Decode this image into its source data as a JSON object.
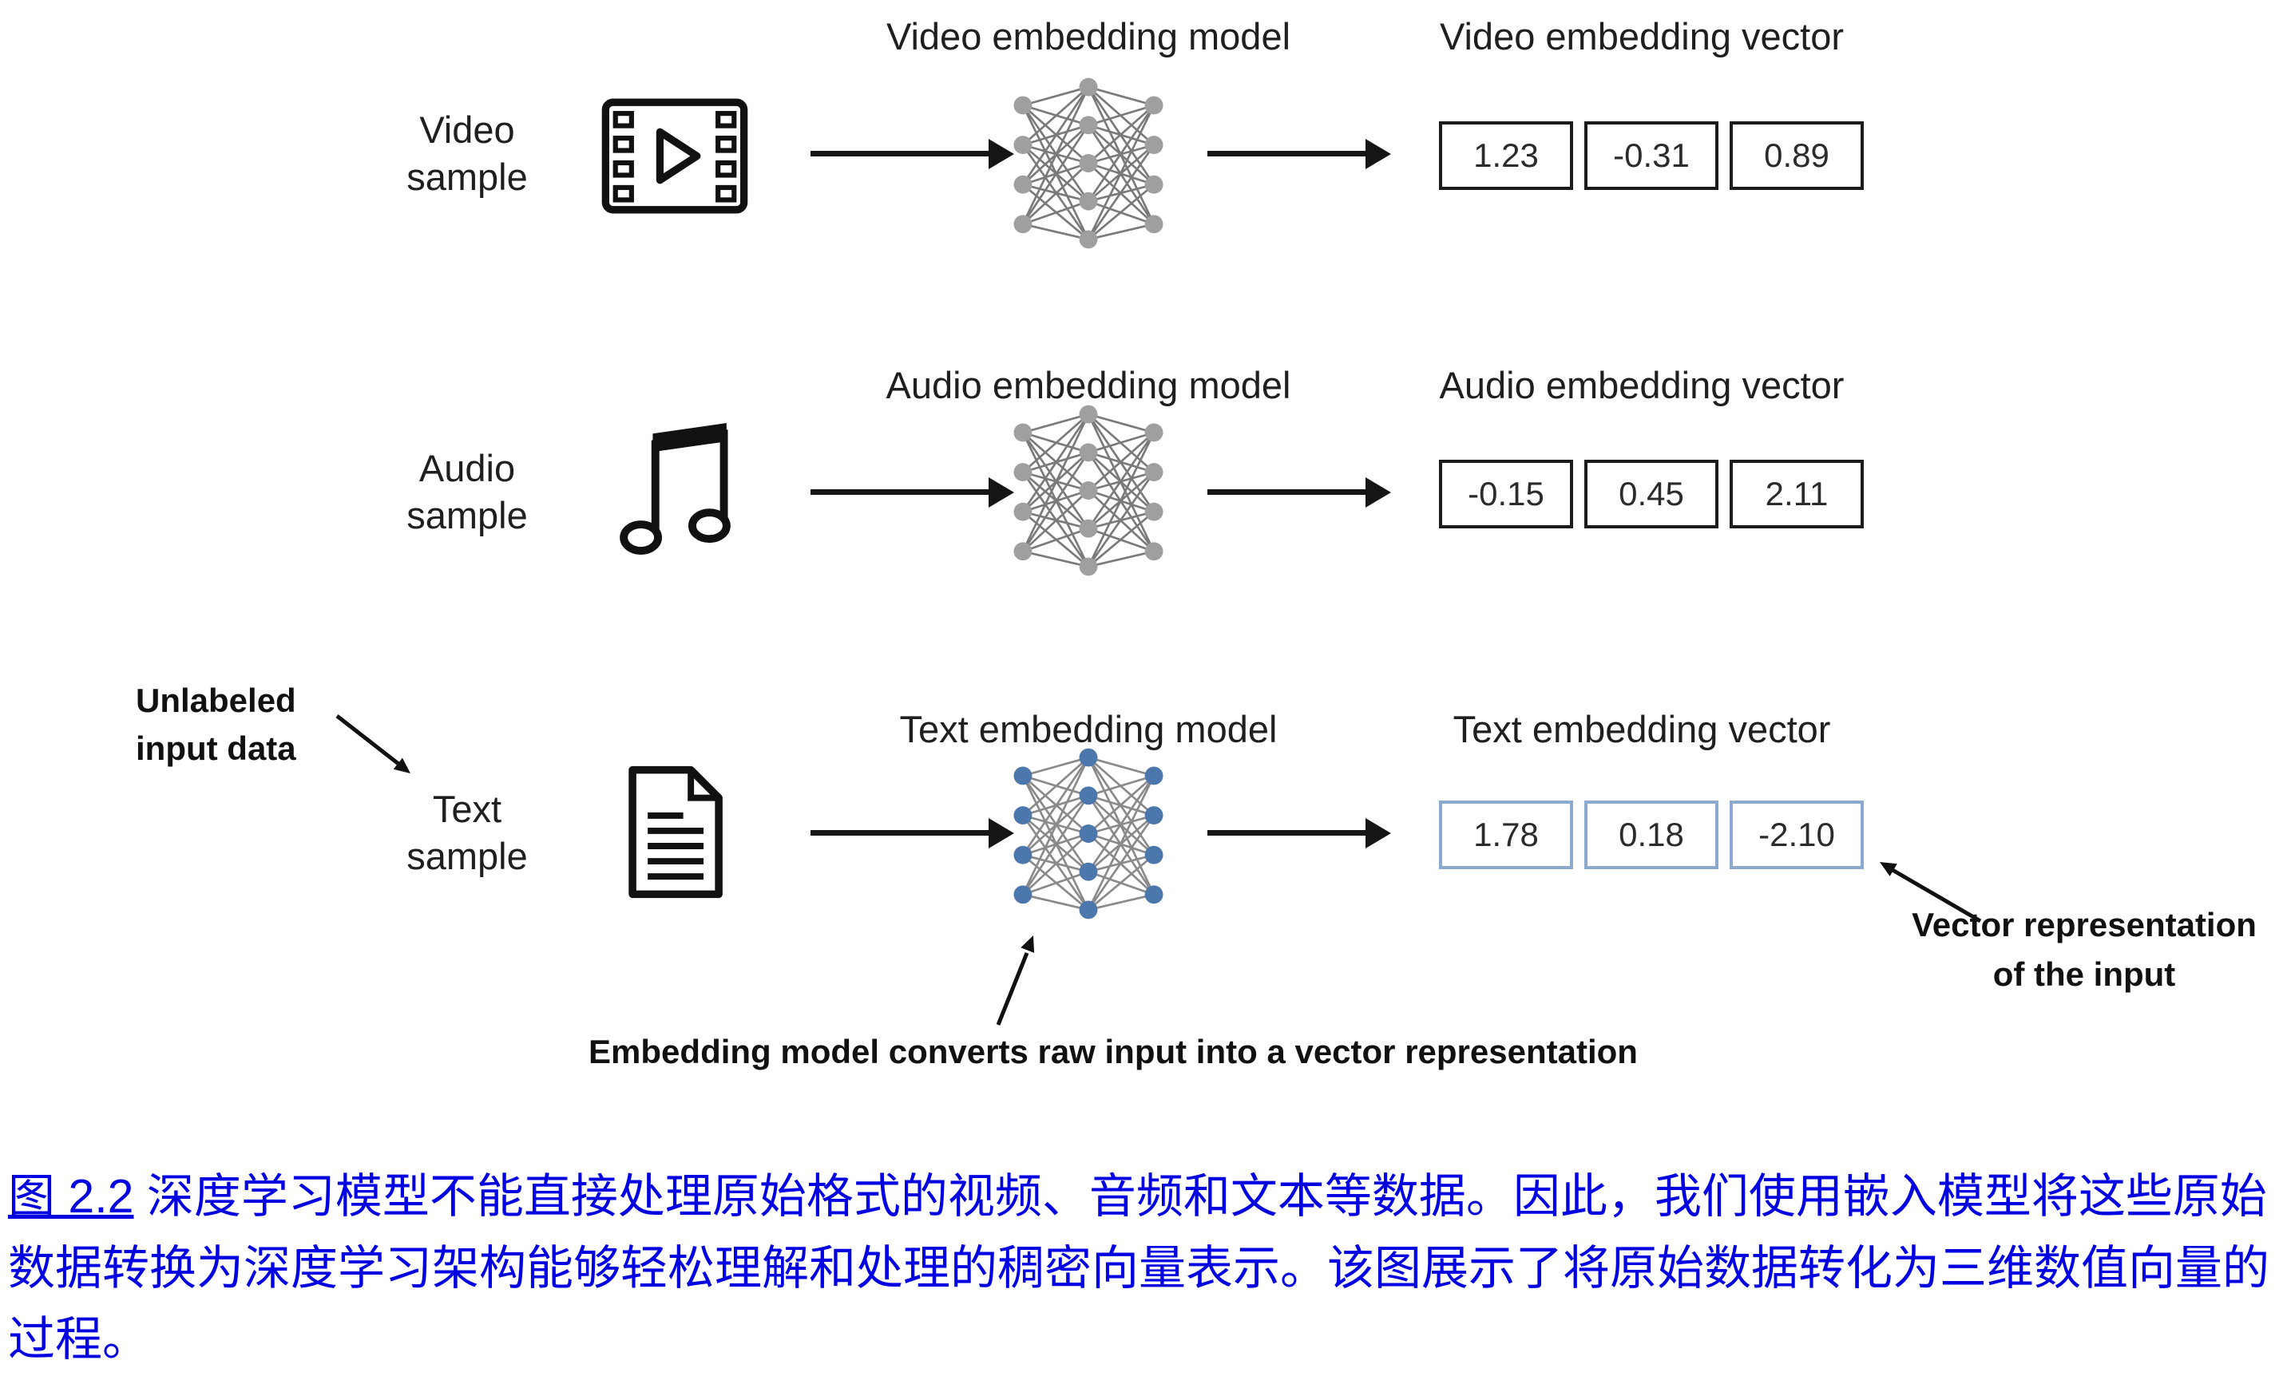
{
  "figure": {
    "rows": [
      {
        "sample_line1": "Video",
        "sample_line2": "sample",
        "icon": "film-icon",
        "model_title": "Video embedding model",
        "vector_title": "Video embedding vector",
        "vector": [
          "1.23",
          "-0.31",
          "0.89"
        ]
      },
      {
        "sample_line1": "Audio",
        "sample_line2": "sample",
        "icon": "music-note-icon",
        "model_title": "Audio embedding model",
        "vector_title": "Audio embedding vector",
        "vector": [
          "-0.15",
          "0.45",
          "2.11"
        ]
      },
      {
        "sample_line1": "Text",
        "sample_line2": "sample",
        "icon": "document-icon",
        "model_title": "Text embedding model",
        "vector_title": "Text embedding vector",
        "vector": [
          "1.78",
          "0.18",
          "-2.10"
        ]
      }
    ],
    "annotations": {
      "unlabeled_line1": "Unlabeled",
      "unlabeled_line2": "input data",
      "embedding_note": "Embedding model converts raw input into a vector representation",
      "vector_note_line1": "Vector representation",
      "vector_note_line2": "of the input"
    },
    "colors": {
      "node_gray": "#9f9f9f",
      "node_blue": "#4c77ad",
      "edge_gray": "#7a7a7a",
      "vector_box_border": "#1b1b1b",
      "text_vector_box_border": "#8aabcf",
      "ink": "#111111",
      "caption_blue": "#0000e0"
    }
  },
  "caption": {
    "figure_label": "图 2.2",
    "text": "深度学习模型不能直接处理原始格式的视频、音频和文本等数据。因此，我们使用嵌入模型将这些原始数据转换为深度学习架构能够轻松理解和处理的稠密向量表示。该图展示了将原始数据转化为三维数值向量的过程。"
  }
}
